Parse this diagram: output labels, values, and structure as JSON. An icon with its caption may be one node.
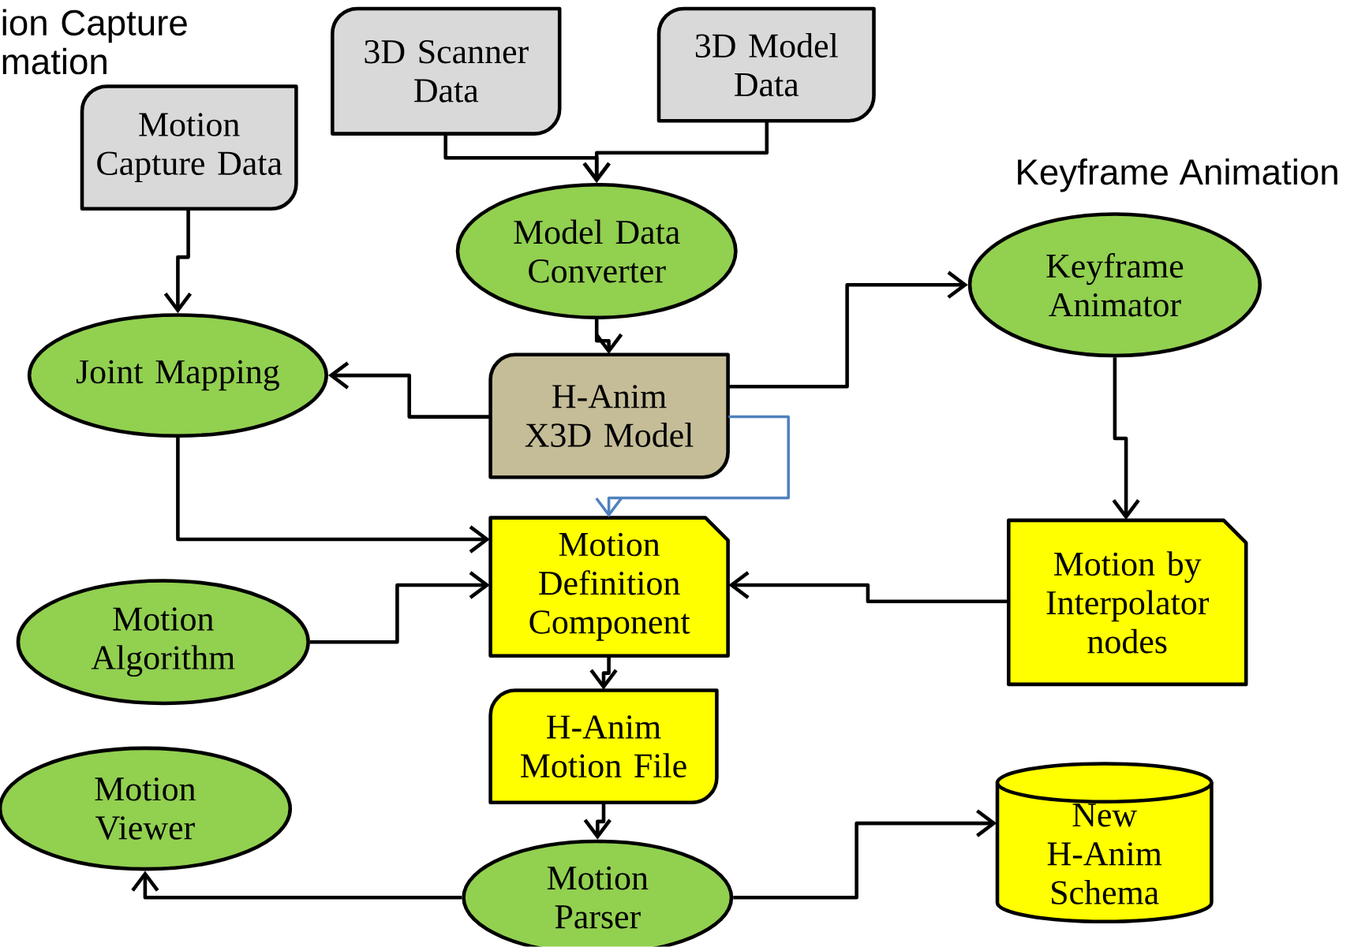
{
  "diagram": {
    "nodes": [
      {
        "text": [
          "Motion Capture Data"
        ]
      },
      {
        "text": [
          "3D Scanner Data"
        ]
      },
      {
        "text": [
          "3D Model Data"
        ]
      },
      {
        "text": [
          "Model Data Converter"
        ]
      },
      {
        "text": [
          "Keyframe Animator"
        ]
      },
      {
        "text": [
          "Joint Mapping"
        ]
      },
      {
        "text": [
          "H-Anim X3D Model"
        ]
      },
      {
        "text": [
          "Motion Definition Component"
        ]
      },
      {
        "text": [
          "Motion by Interpolator nodes"
        ]
      },
      {
        "text": [
          "Motion Algorithm"
        ]
      },
      {
        "text": [
          "H-Anim Motion File"
        ]
      },
      {
        "text": [
          "Motion Viewer"
        ]
      },
      {
        "text": [
          "Motion Parser"
        ]
      },
      {
        "text": [
          "New H-Anim Schema"
        ]
      }
    ],
    "edges": [
      {
        "from": 1,
        "to": 3,
        "arrow": "to"
      },
      {
        "from": 2,
        "to": 3,
        "arrow": "to"
      },
      {
        "from": 0,
        "to": 5,
        "arrow": "to"
      },
      {
        "from": 3,
        "to": 6,
        "arrow": "to"
      },
      {
        "from": 6,
        "to": 5,
        "arrow": "to"
      },
      {
        "from": 6,
        "to": 4,
        "arrow": "to"
      },
      {
        "from": 6,
        "to": 7,
        "arrow": "to",
        "color": "#4f81bd"
      },
      {
        "from": 5,
        "to": 7,
        "arrow": "to"
      },
      {
        "from": 9,
        "to": 7,
        "arrow": "to"
      },
      {
        "from": 8,
        "to": 7,
        "arrow": "to"
      },
      {
        "from": 4,
        "to": 8,
        "arrow": "to"
      },
      {
        "from": 7,
        "to": 10,
        "arrow": "to"
      },
      {
        "from": 10,
        "to": 12,
        "arrow": "to"
      },
      {
        "from": 12,
        "to": 11,
        "arrow": "to"
      },
      {
        "from": 12,
        "to": 13,
        "arrow": "to"
      }
    ],
    "labels": [
      "ion Capture mation",
      "Keyframe Animation"
    ]
  }
}
